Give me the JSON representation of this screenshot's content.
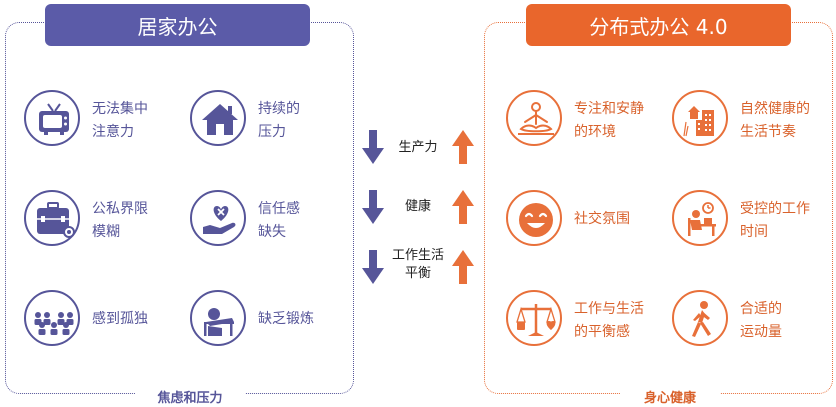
{
  "left_panel": {
    "title": "居家办公",
    "footer": "焦虑和压力",
    "items": [
      {
        "icon": "tv-icon",
        "label_line1": "无法集中",
        "label_line2": "注意力"
      },
      {
        "icon": "house-icon",
        "label_line1": "持续的",
        "label_line2": "压力"
      },
      {
        "icon": "suitcase-icon",
        "label_line1": "公私界限",
        "label_line2": "模糊"
      },
      {
        "icon": "heart-hand-icon",
        "label_line1": "信任感",
        "label_line2": "缺失"
      },
      {
        "icon": "people-icon",
        "label_line1": "感到孤独",
        "label_line2": ""
      },
      {
        "icon": "tired-person-icon",
        "label_line1": "缺乏锻炼",
        "label_line2": ""
      }
    ]
  },
  "middle": {
    "rows": [
      {
        "label_line1": "生产力",
        "label_line2": ""
      },
      {
        "label_line1": "健康",
        "label_line2": ""
      },
      {
        "label_line1": "工作生活",
        "label_line2": "平衡"
      }
    ]
  },
  "right_panel": {
    "title": "分布式办公 4.0",
    "footer": "身心健康",
    "items": [
      {
        "icon": "meditation-icon",
        "label_line1": "专注和安静",
        "label_line2": "的环境"
      },
      {
        "icon": "buildings-icon",
        "label_line1": "自然健康的",
        "label_line2": "生活节奏"
      },
      {
        "icon": "smiley-icon",
        "label_line1": "社交氛围",
        "label_line2": ""
      },
      {
        "icon": "desk-worker-icon",
        "label_line1": "受控的工作",
        "label_line2": "时间"
      },
      {
        "icon": "balance-scale-icon",
        "label_line1": "工作与生活",
        "label_line2": "的平衡感"
      },
      {
        "icon": "walking-person-icon",
        "label_line1": "合适的",
        "label_line2": "运动量"
      }
    ]
  },
  "colors": {
    "blue": "#565599",
    "orange": "#e8703a",
    "arrow_down": "#565599",
    "arrow_up": "#e8703a"
  }
}
